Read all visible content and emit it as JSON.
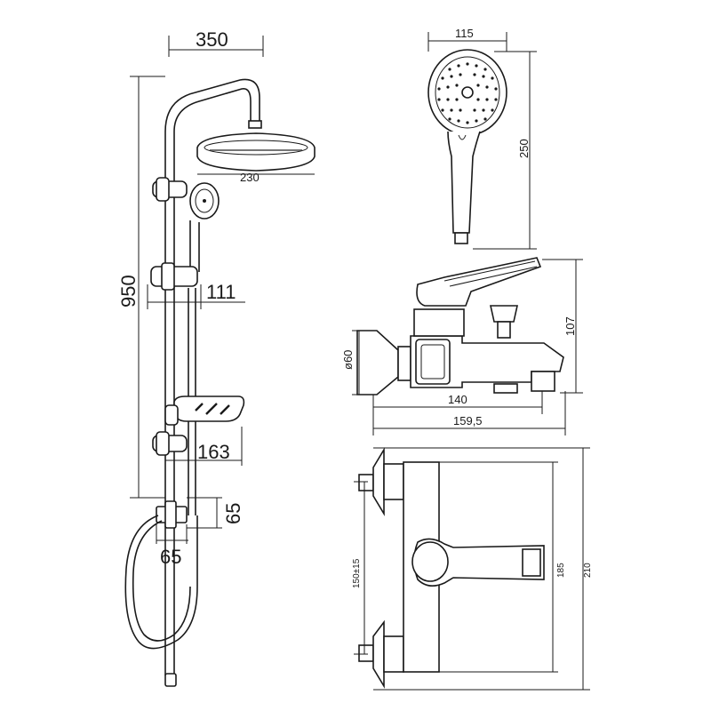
{
  "diagram": {
    "shower_column": {
      "width_label": "350",
      "height_label": "950",
      "head_diameter_label": "230",
      "holder_offset_label": "111",
      "lower_offset_label": "163",
      "connector_height_label": "65",
      "connector_width_label": "65"
    },
    "hand_shower": {
      "width_label": "115",
      "height_label": "250"
    },
    "mixer_side": {
      "diameter_label": "ø60",
      "length_label": "140",
      "total_length_label": "159,5",
      "height_label": "107"
    },
    "mixer_top": {
      "spacing_label": "150±15",
      "inner_height_label": "185",
      "outer_height_label": "210"
    }
  }
}
